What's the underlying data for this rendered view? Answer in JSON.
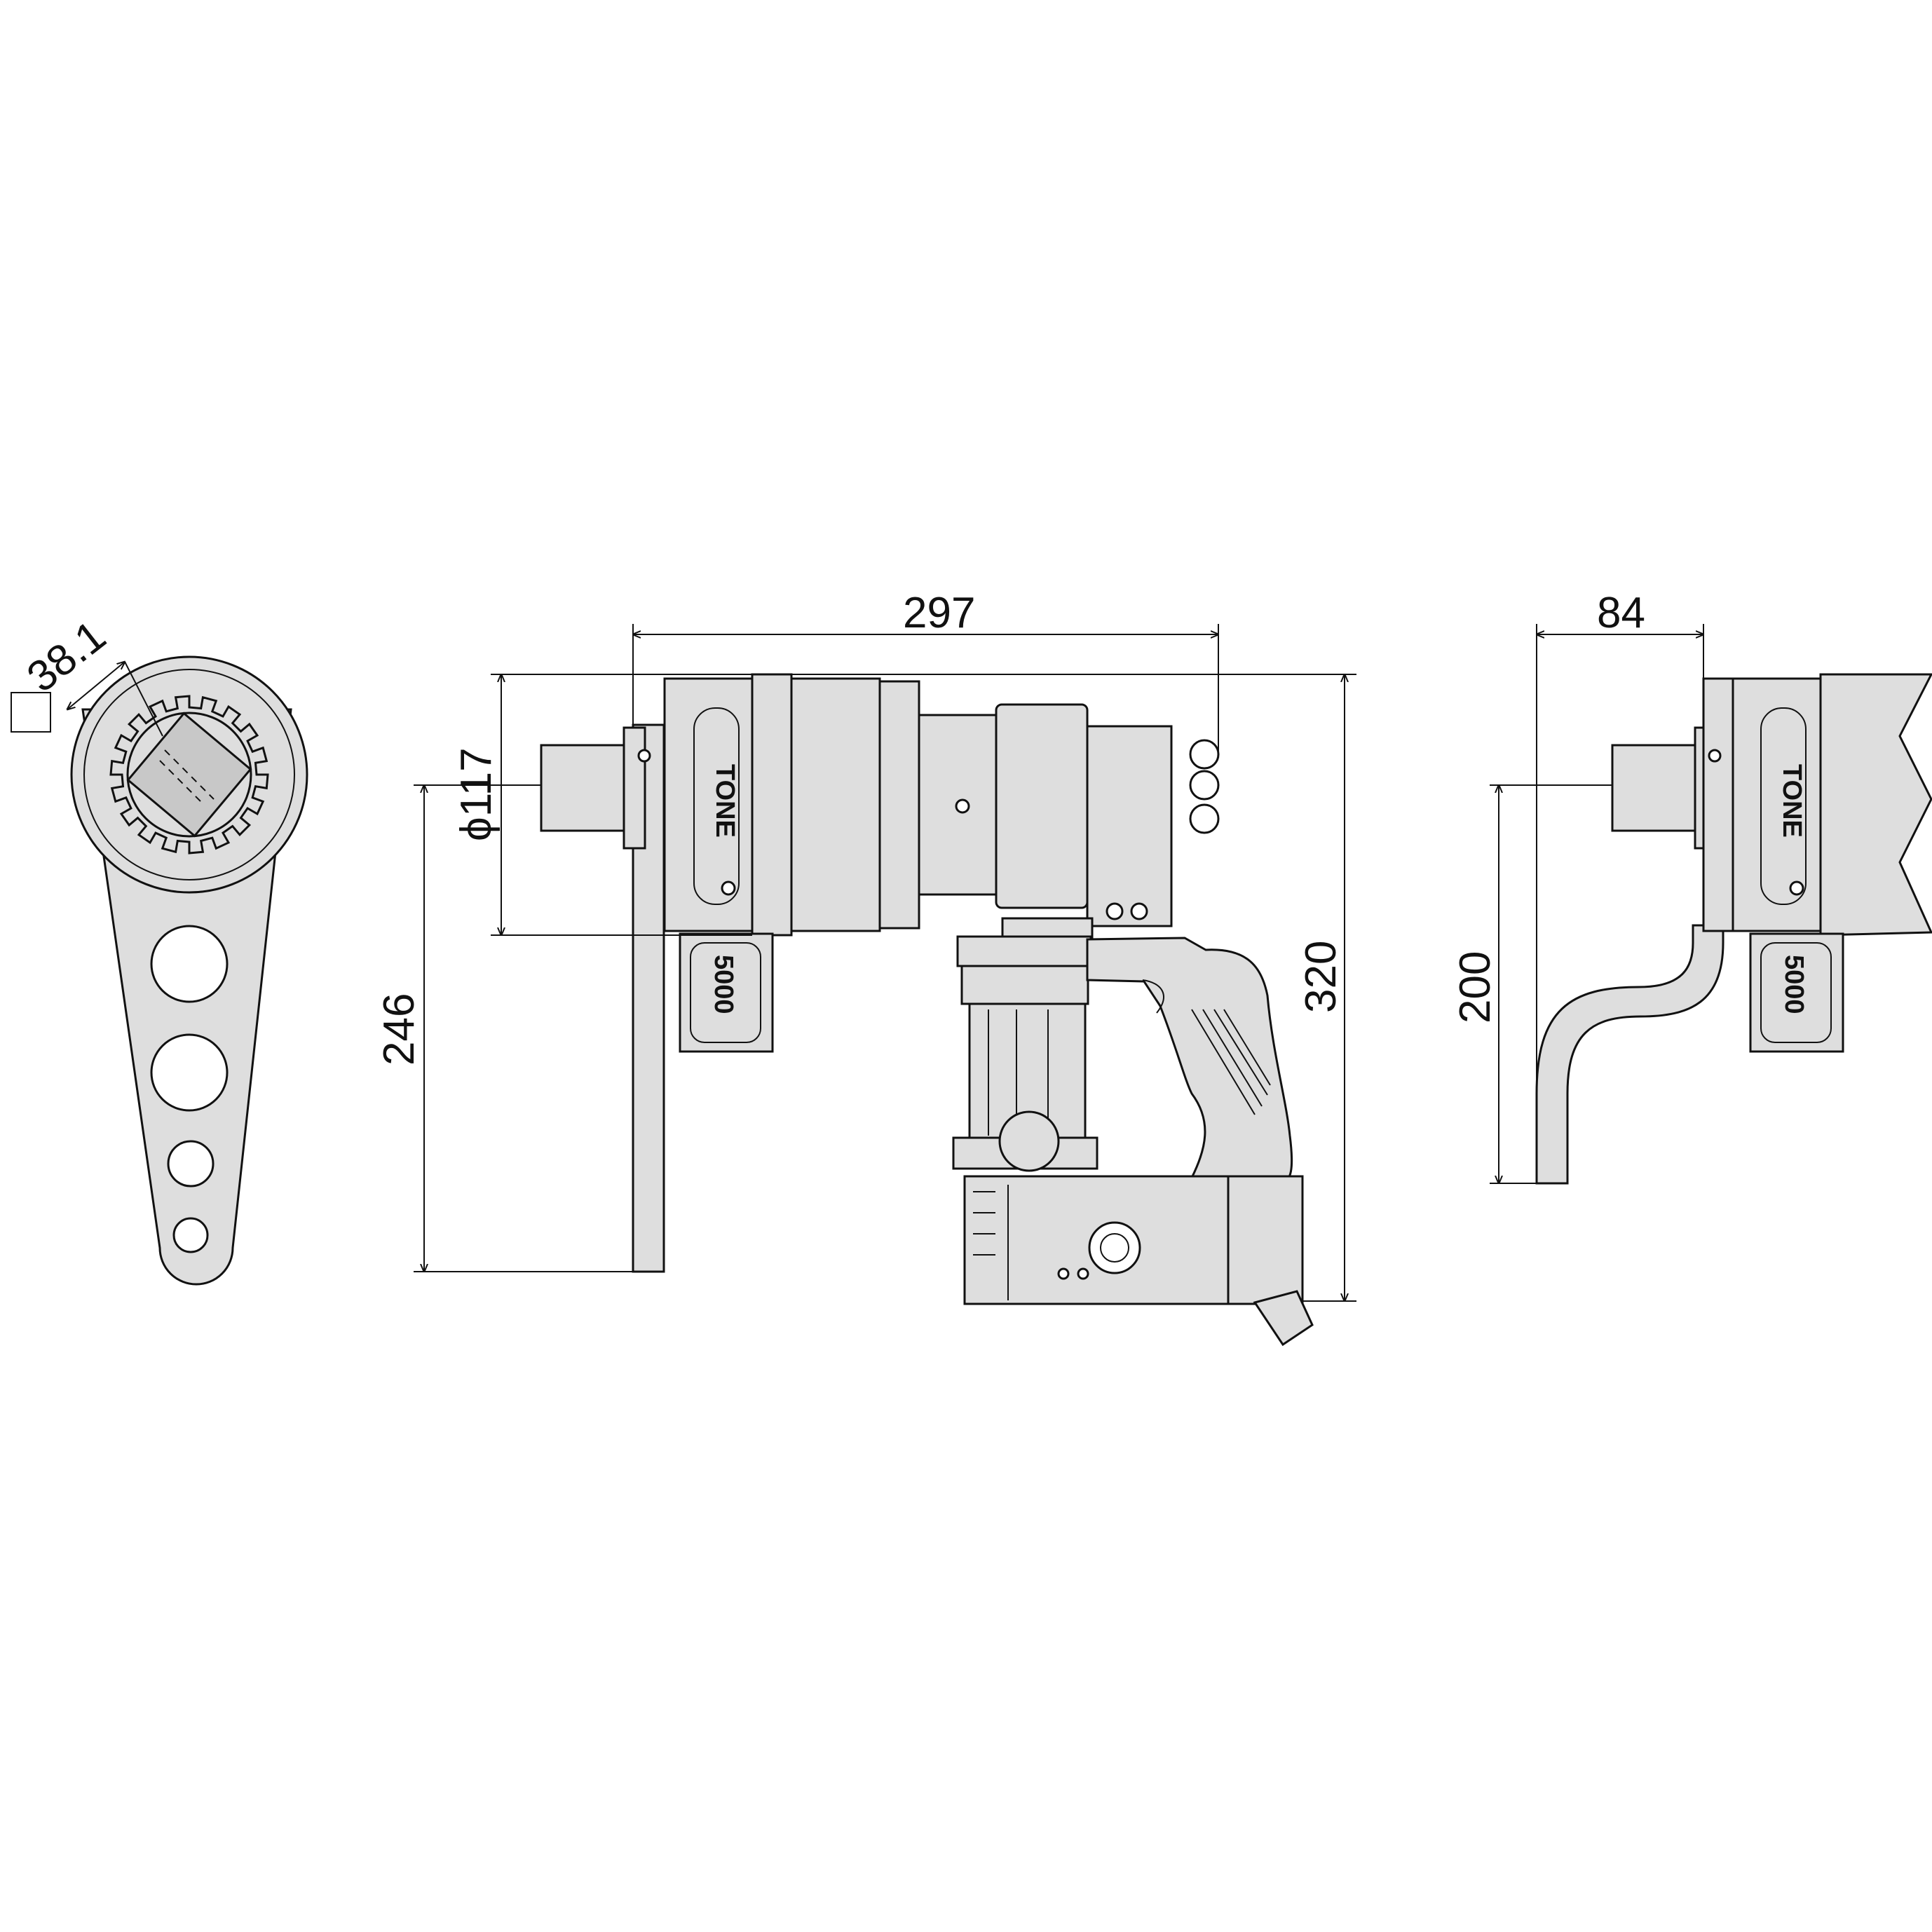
{
  "dimensions": {
    "square_drive": "38.1",
    "square_symbol": "□",
    "overall_length": "297",
    "diameter": "ϕ117",
    "overall_height": "320",
    "reaction_height": "246",
    "side_width": "84",
    "side_height": "200"
  },
  "brand": {
    "logo_text": "TONE",
    "label_text": "5000"
  },
  "colors": {
    "body_fill": "#dedede",
    "line": "#111111"
  }
}
